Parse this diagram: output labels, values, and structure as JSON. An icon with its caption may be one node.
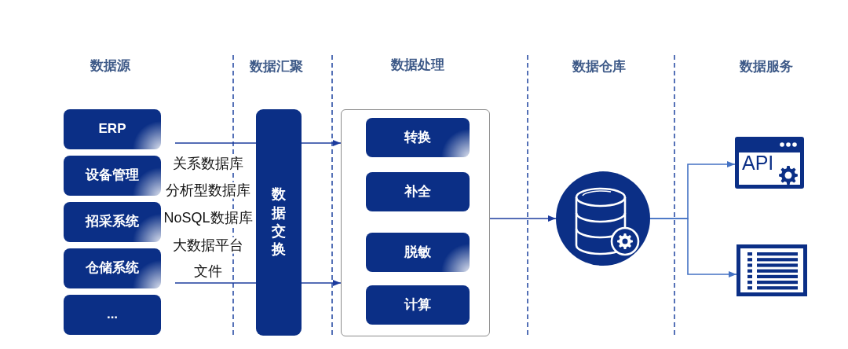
{
  "diagram": {
    "nodes": [
      {
        "text": [
          "ERP"
        ]
      },
      {
        "text": [
          "设备管理"
        ]
      },
      {
        "text": [
          "招采系统"
        ]
      },
      {
        "text": [
          "仓储系统"
        ]
      },
      {
        "text": [
          "..."
        ]
      },
      {
        "text": [
          "数据交换"
        ]
      },
      {
        "text": [],
        "shape": "box"
      },
      {
        "text": [
          "转换"
        ],
        "in": 6
      },
      {
        "text": [
          "补全"
        ],
        "in": 6
      },
      {
        "text": [
          "脱敏"
        ],
        "in": 6
      },
      {
        "text": [
          "计算"
        ],
        "in": 6
      },
      {
        "text": [],
        "shape": "picture"
      },
      {
        "text": [
          "API"
        ]
      },
      {
        "text": [],
        "shape": "picture"
      }
    ],
    "edges": [
      {
        "from": null,
        "to": 6,
        "arrow": "to"
      },
      {
        "from": null,
        "to": 6,
        "arrow": "to"
      },
      {
        "from": 6,
        "to": 11,
        "arrow": "to"
      },
      {
        "from": 11,
        "to": 12,
        "arrow": "to",
        "color": "#4472c4"
      },
      {
        "from": 11,
        "to": 13,
        "arrow": "to",
        "color": "#4472c4"
      }
    ],
    "labels": [
      "数据源",
      "数据汇聚",
      "数据处理",
      "数据仓库",
      "数据服务",
      "关系数据库",
      "分析型数据库",
      "NoSQL数据库",
      "大数据平台",
      "文件"
    ]
  }
}
